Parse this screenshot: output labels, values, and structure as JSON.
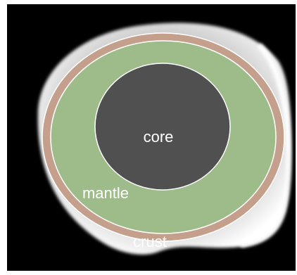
{
  "labels": {
    "core": "core",
    "mantle": "mantle",
    "crust": "crust"
  },
  "colors": {
    "background": "#000000",
    "crust": "#c4a08c",
    "mantle": "#9ebc8a",
    "core": "#505050",
    "layer_outline": "#ffffff",
    "label_text": "#ffffff"
  }
}
